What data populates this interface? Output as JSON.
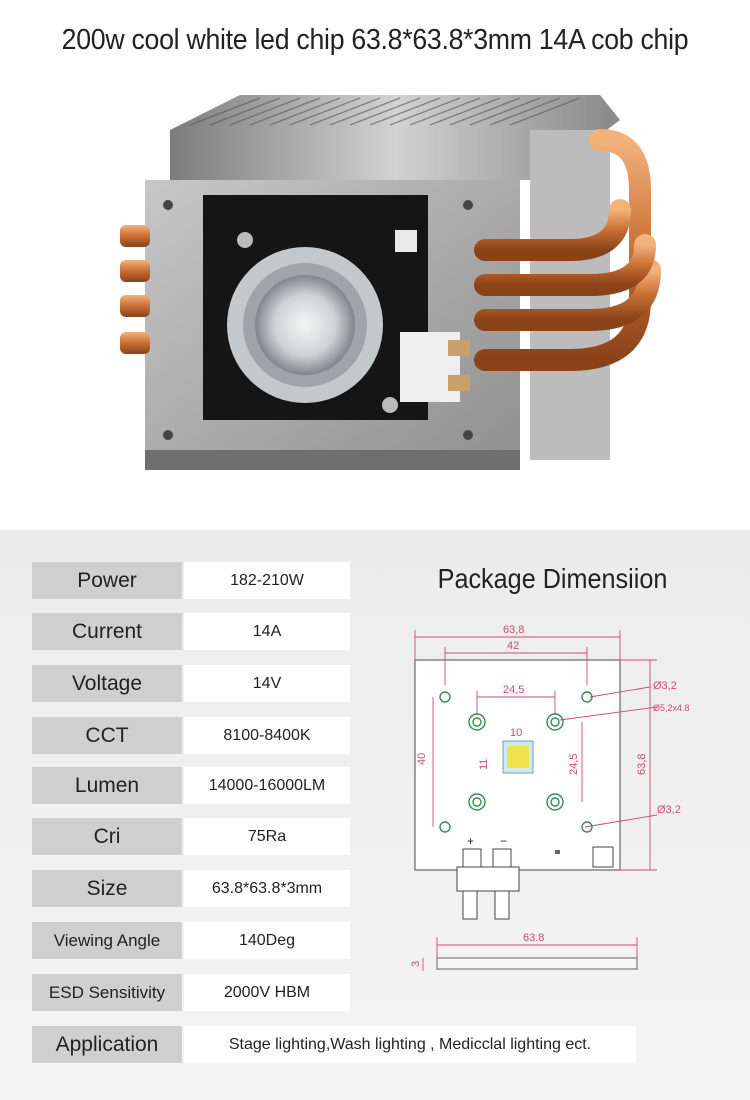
{
  "title": "200w cool white led chip 63.8*63.8*3mm 14A cob chip",
  "specs": [
    {
      "label": "Power",
      "value": "182-210W"
    },
    {
      "label": "Current",
      "value": "14A"
    },
    {
      "label": "Voltage",
      "value": "14V"
    },
    {
      "label": "CCT",
      "value": "8100-8400K"
    },
    {
      "label": "Lumen",
      "value": "14000-16000LM"
    },
    {
      "label": "Cri",
      "value": "75Ra"
    },
    {
      "label": "Size",
      "value": "63.8*63.8*3mm"
    },
    {
      "label": "Viewing Angle",
      "value": "140Deg"
    },
    {
      "label": "ESD Sensitivity",
      "value": "2000V HBM"
    },
    {
      "label": "Application",
      "value": "Stage lighting,Wash lighting , Medicclal lighting ect."
    }
  ],
  "package": {
    "title": "Package Dimensiion",
    "dims": {
      "width_total": "63,8",
      "hole_span": "42",
      "inner_span": "24,5",
      "height_left": "40",
      "height_right": "63,8",
      "inner_height": "24,5",
      "die_w": "10",
      "die_h": "11",
      "hole1": "Ø3,2",
      "hole2": "Ø5,2x4.8",
      "hole3": "Ø3,2",
      "plus": "+",
      "minus": "−",
      "side_width": "63.8",
      "thickness": "3"
    }
  },
  "colors": {
    "label_bg": "#cfcfcf",
    "value_bg": "#ffffff",
    "dimension": "#d24a6a",
    "copper": "#d8874e"
  }
}
